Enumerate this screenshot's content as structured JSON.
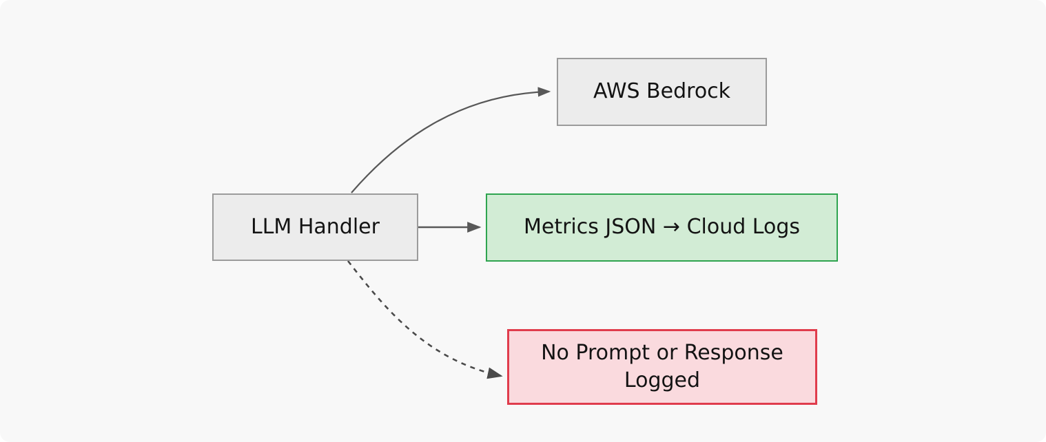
{
  "diagram": {
    "background_color": "#f8f8f8",
    "nodes": [
      {
        "id": "llm-handler",
        "label": "LLM Handler",
        "fill": "#ececec",
        "stroke": "#9b9b9b",
        "text_color": "#131313"
      },
      {
        "id": "aws-bedrock",
        "label": "AWS Bedrock",
        "fill": "#ececec",
        "stroke": "#9b9b9b",
        "text_color": "#131313"
      },
      {
        "id": "metrics-logs",
        "label": "Metrics JSON → Cloud Logs",
        "fill": "#d2ecd5",
        "stroke": "#2ea44f",
        "text_color": "#131313"
      },
      {
        "id": "no-logging",
        "label": "No Prompt or Response Logged",
        "fill": "#fadade",
        "stroke": "#e03c4c",
        "text_color": "#131313"
      }
    ],
    "edges": [
      {
        "id": "llm-handler-to-aws-bedrock",
        "from": "llm-handler",
        "to": "aws-bedrock",
        "style": "solid",
        "label": "",
        "color": "#585858",
        "arrowhead": "filled-triangle"
      },
      {
        "id": "llm-handler-to-metrics-logs",
        "from": "llm-handler",
        "to": "metrics-logs",
        "style": "solid",
        "label": "",
        "color": "#585858",
        "arrowhead": "filled-triangle"
      },
      {
        "id": "llm-handler-to-no-logging",
        "from": "llm-handler",
        "to": "no-logging",
        "style": "dashed",
        "label": "",
        "color": "#4a4a4a",
        "arrowhead": "filled-triangle"
      }
    ]
  },
  "chart_data": {
    "type": "diagram",
    "title": "",
    "nodes": [
      "LLM Handler",
      "AWS Bedrock",
      "Metrics JSON → Cloud Logs",
      "No Prompt or Response Logged"
    ],
    "edges": [
      {
        "source": "LLM Handler",
        "target": "AWS Bedrock",
        "style": "solid"
      },
      {
        "source": "LLM Handler",
        "target": "Metrics JSON → Cloud Logs",
        "style": "solid"
      },
      {
        "source": "LLM Handler",
        "target": "No Prompt or Response Logged",
        "style": "dashed"
      }
    ]
  }
}
